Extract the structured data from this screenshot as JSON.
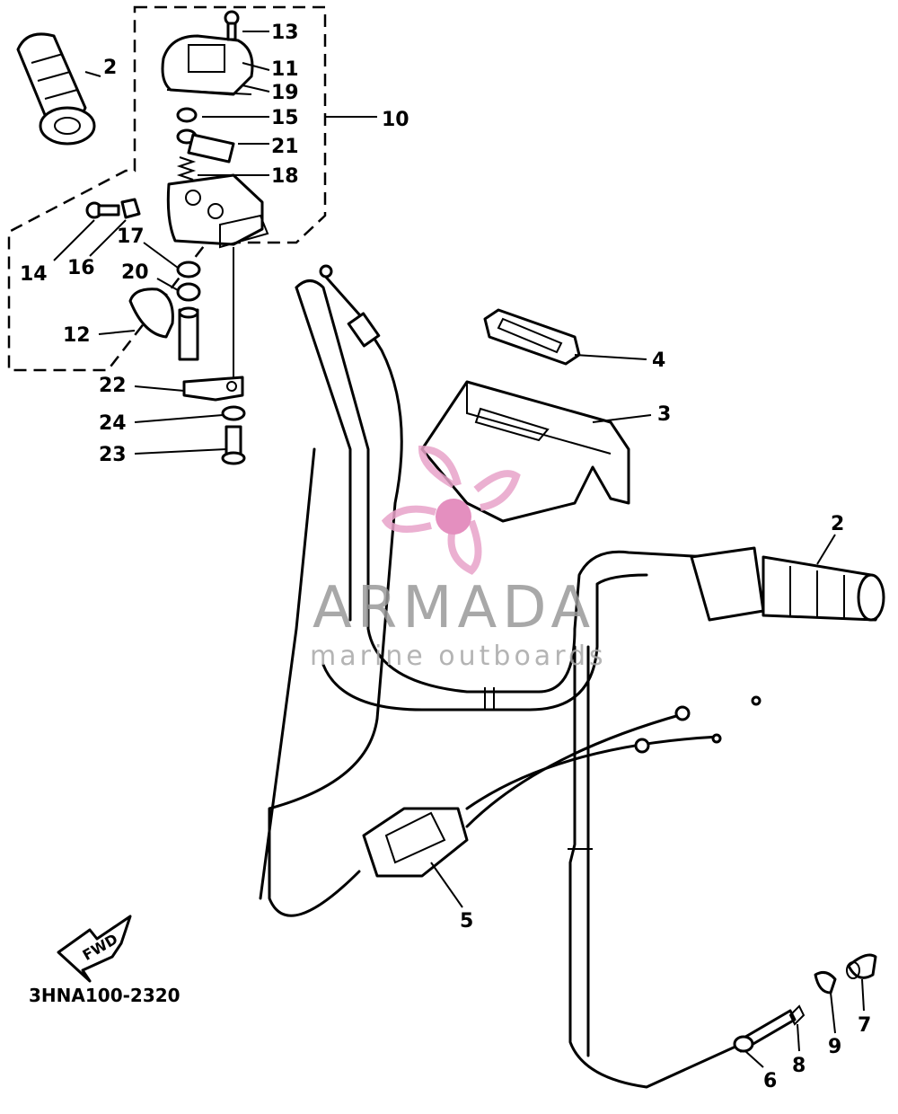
{
  "diagram": {
    "code": "3HNA100-2320",
    "direction_label": "FWD",
    "callouts": [
      "2",
      "13",
      "11",
      "19",
      "15",
      "10",
      "21",
      "18",
      "17",
      "14",
      "16",
      "20",
      "12",
      "22",
      "24",
      "23",
      "4",
      "3",
      "2",
      "5",
      "6",
      "8",
      "9",
      "7"
    ]
  },
  "watermark": {
    "brand": "ARMADA",
    "tagline": "marine outboards",
    "colors": {
      "logo": "#e8a3c9",
      "logo_center": "#e07cb4",
      "text": "#9a9a9a"
    }
  }
}
